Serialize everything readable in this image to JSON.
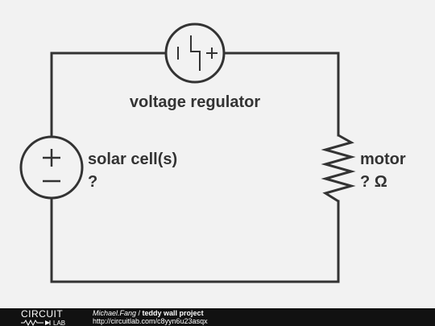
{
  "diagram": {
    "regulator_label": "voltage regulator",
    "source_label": "solar cell(s)",
    "source_value": "?",
    "load_label": "motor",
    "load_value": "? Ω",
    "source_plus": "+",
    "source_minus": "−"
  },
  "footer": {
    "logo_top": "CIRCUIT",
    "logo_bottom": "LAB",
    "author": "Michael.Fang",
    "separator": " / ",
    "project": "teddy wall project",
    "url": "http://circuitlab.com/c8yyn6u23asqx"
  },
  "colors": {
    "wire": "#333333",
    "background": "#f2f2f2",
    "footer_bg": "#111111"
  }
}
